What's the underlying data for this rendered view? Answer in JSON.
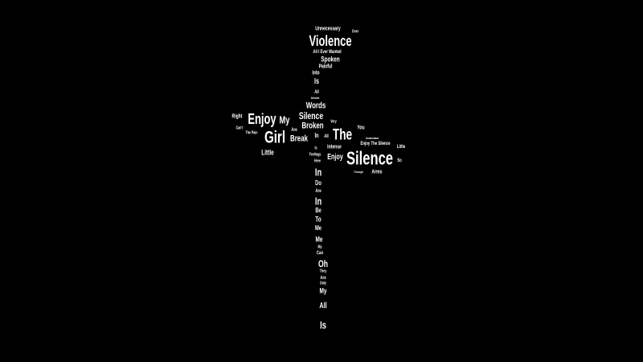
{
  "colors": {
    "background": "#000000",
    "text": "#ffffff"
  },
  "words": [
    "Unnecessary",
    "Over",
    "Violence",
    "All I Ever Wanted",
    "Spoken",
    "Painful",
    "Into",
    "Is",
    "All",
    "Needed",
    "Words",
    "Silence",
    "Broken",
    "In",
    "Is",
    "Feelings",
    "Here",
    "In",
    "Do",
    "Are",
    "In",
    "Be",
    "To",
    "Me",
    "Me",
    "My",
    "Can",
    "Oh",
    "They",
    "Are",
    "Only",
    "My",
    "All",
    "Is",
    "Enjoy",
    "Right",
    "My",
    "Girl",
    "Break",
    "Are",
    "Little",
    "Can't",
    "The Pain",
    "The",
    "You",
    "Very",
    "All",
    "Intense",
    "Enjoy",
    "Silence",
    "Enjoy The Silence",
    "Understand",
    "Little",
    "Arms",
    "Through",
    "So"
  ]
}
